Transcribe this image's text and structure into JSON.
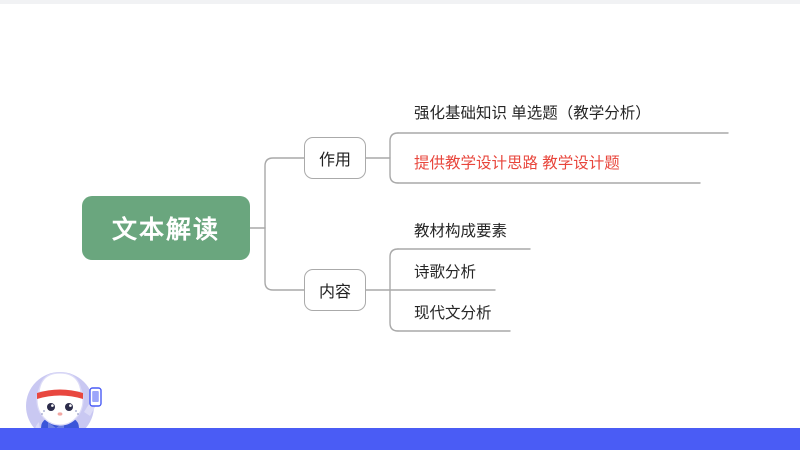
{
  "slide": {
    "background_color": "#ffffff",
    "top_strip_color": "#f1f2f4",
    "bottom_bar_color": "#4a5cf5"
  },
  "mindmap": {
    "root": {
      "label": "文本解读",
      "fill_color": "#6aa67e",
      "text_color": "#ffffff"
    },
    "branches": [
      {
        "label": "作用",
        "leaves": [
          {
            "text": "强化基础知识        单选题（教学分析）",
            "color": "#262626"
          },
          {
            "text": "提供教学设计思路        教学设计题",
            "color": "#e8463c"
          }
        ]
      },
      {
        "label": "内容",
        "leaves": [
          {
            "text": "教材构成要素",
            "color": "#262626"
          },
          {
            "text": "诗歌分析",
            "color": "#262626"
          },
          {
            "text": "现代文分析",
            "color": "#262626"
          }
        ]
      }
    ],
    "line_color": "#a9a9a9"
  },
  "mascot": {
    "name": "cartoon-student-mascot",
    "headband_color": "#e8473f",
    "body_color": "#ffffff",
    "overall_color": "#3a55d9",
    "halo_color": "#c9c8f2",
    "phone_color": "#4a5cf5"
  }
}
